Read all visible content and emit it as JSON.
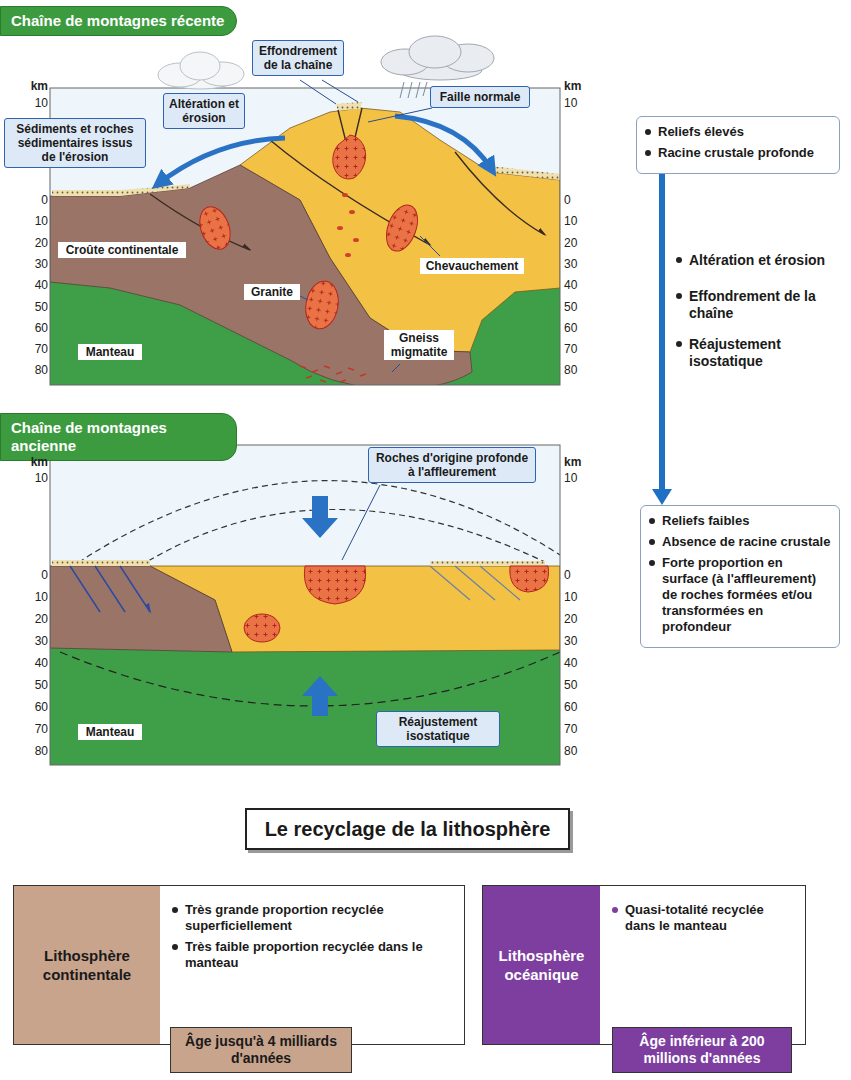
{
  "diagram": {
    "nodes": [
      {
        "text": [
          "Chaîne de montagnes récente"
        ]
      },
      {
        "text": [
          "Altération et érosion"
        ]
      },
      {
        "text": [
          "Effondrement de la chaîne"
        ]
      },
      {
        "text": [
          "Faille normale"
        ]
      },
      {
        "text": [
          "Sédiments et roches sédimentaires issus de l'érosion"
        ]
      },
      {
        "text": [
          "Croûte continentale"
        ]
      },
      {
        "text": [
          "Granite"
        ]
      },
      {
        "text": [
          "Chevauchement"
        ]
      },
      {
        "text": [
          "Manteau"
        ]
      },
      {
        "text": [
          "Gneiss migmatite"
        ]
      },
      {
        "text": [
          "Reliefs élevés",
          "Racine crustale profonde"
        ]
      },
      {
        "text": [
          "Reliefs faibles",
          "Absence de racine crustale",
          "Forte proportion en surface (à l'affleurement) de roches formées et/ou transformées en profondeur"
        ]
      },
      {
        "text": [
          "Chaîne de montagnes ancienne"
        ]
      },
      {
        "text": [
          "Roches d'origine profonde à l'affleurement"
        ]
      },
      {
        "text": [
          "Manteau"
        ]
      },
      {
        "text": [
          "Réajustement isostatique"
        ]
      },
      {
        "text": [
          "Le recyclage de la lithosphère"
        ]
      },
      {
        "text": [
          "Lithosphère continentale"
        ]
      },
      {
        "text": [
          "Très grande proportion recyclée superficiellement",
          "Très faible proportion recyclée dans le manteau"
        ],
        "in": 17
      },
      {
        "text": [
          "Âge jusqu'à 4 milliards d'années"
        ]
      },
      {
        "text": [
          "Lithosphère océanique"
        ]
      },
      {
        "text": [
          "Quasi-totalité recyclée dans le manteau"
        ],
        "in": 20
      },
      {
        "text": [
          "Âge inférieur à 200 millions d'années"
        ]
      }
    ],
    "edges": [
      {
        "from": 10,
        "to": 11,
        "arrow": "to"
      },
      {
        "from": 18,
        "to": 19,
        "arrow": "to"
      },
      {
        "from": 21,
        "to": 22,
        "arrow": "to"
      }
    ],
    "labels": [
      "km",
      "10",
      "0",
      "10",
      "20",
      "30",
      "40",
      "50",
      "60",
      "70",
      "80",
      "km",
      "10",
      "0",
      "10",
      "20",
      "30",
      "40",
      "50",
      "60",
      "70",
      "80",
      "Altération et érosion",
      "Effondrement de la chaîne",
      "Réajustement isostatique",
      "km",
      "10",
      "0",
      "10",
      "20",
      "30",
      "40",
      "50",
      "60",
      "70",
      "80",
      "km",
      "10",
      "0",
      "10",
      "20",
      "30",
      "40",
      "50",
      "60",
      "70",
      "80"
    ]
  }
}
